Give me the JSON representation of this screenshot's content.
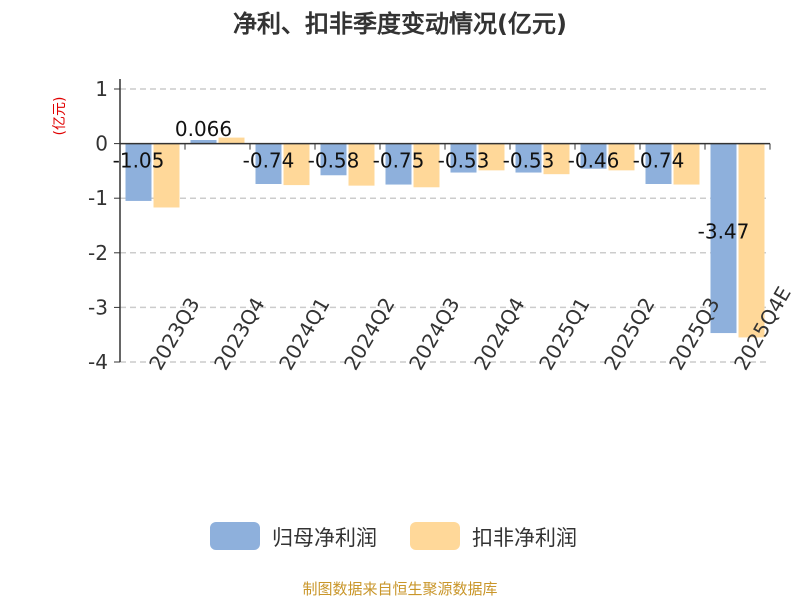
{
  "chart_data": {
    "type": "bar",
    "title": "净利、扣非季度变动情况(亿元)",
    "ylabel": "(亿元)",
    "ylim": [
      -4,
      1
    ],
    "yticks": [
      1,
      0,
      -1,
      -2,
      -3,
      -4
    ],
    "grid": true,
    "legend_position": "bottom",
    "categories": [
      "2023Q3",
      "2023Q4",
      "2024Q1",
      "2024Q2",
      "2024Q3",
      "2024Q4",
      "2025Q1",
      "2025Q2",
      "2025Q3",
      "2025Q4E"
    ],
    "series": [
      {
        "name": "归母净利润",
        "color": "#8eb0dc",
        "values": [
          -1.05,
          0.066,
          -0.74,
          -0.58,
          -0.75,
          -0.53,
          -0.53,
          -0.46,
          -0.74,
          -3.47
        ],
        "labels": [
          "-1.05",
          "0.066",
          "-0.74",
          "-0.58",
          "-0.75",
          "-0.53",
          "-0.53",
          "-0.46",
          "-0.74",
          "-3.47"
        ]
      },
      {
        "name": "扣非净利润",
        "color": "#ffd899",
        "values": [
          -1.17,
          0.11,
          -0.76,
          -0.77,
          -0.8,
          -0.49,
          -0.56,
          -0.49,
          -0.75,
          -3.55
        ]
      }
    ]
  },
  "footer": "制图数据来自恒生聚源数据库",
  "colors": {
    "footer": "#c9962a",
    "ylabel": "#e00000",
    "grid": "#cccccc"
  }
}
